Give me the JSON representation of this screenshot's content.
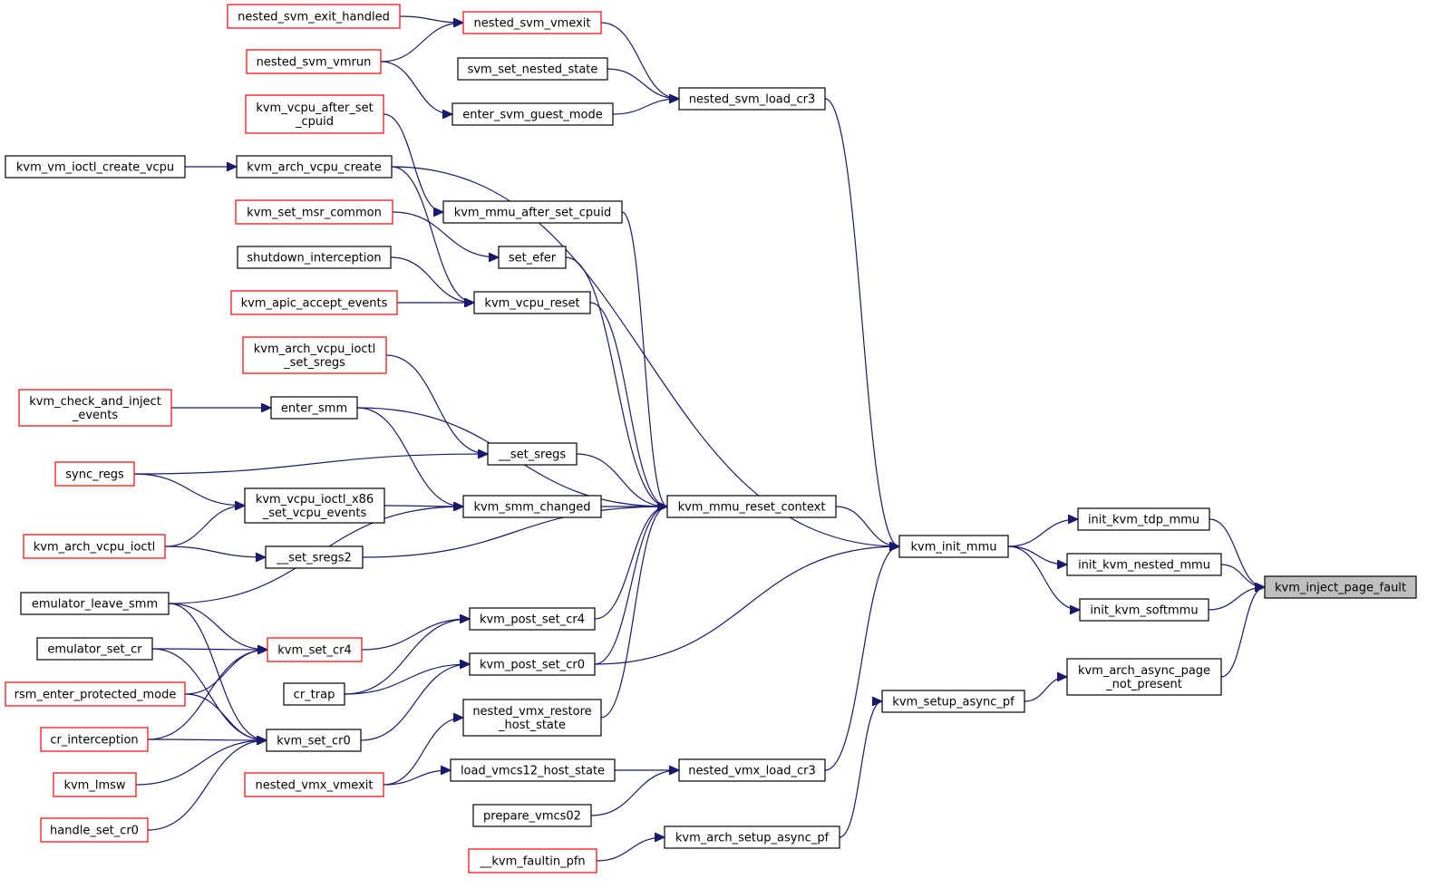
{
  "diagram": {
    "colors": {
      "edge": "#191970",
      "border_documented": "#000000",
      "border_undocumented": "#ff0000",
      "fill_default": "#ffffff",
      "fill_focus": "#bfbfbf"
    },
    "nodes": [
      {
        "id": "kvm_inject_page_fault",
        "lines": [
          "kvm_inject_page_fault"
        ],
        "style": "focus"
      },
      {
        "id": "init_kvm_tdp_mmu",
        "lines": [
          "init_kvm_tdp_mmu"
        ],
        "style": "black"
      },
      {
        "id": "init_kvm_nested_mmu",
        "lines": [
          "init_kvm_nested_mmu"
        ],
        "style": "black"
      },
      {
        "id": "init_kvm_softmmu",
        "lines": [
          "init_kvm_softmmu"
        ],
        "style": "black"
      },
      {
        "id": "kvm_arch_async_page_not_present",
        "lines": [
          "kvm_arch_async_page",
          "_not_present"
        ],
        "style": "black"
      },
      {
        "id": "kvm_init_mmu",
        "lines": [
          "kvm_init_mmu"
        ],
        "style": "black"
      },
      {
        "id": "kvm_setup_async_pf",
        "lines": [
          "kvm_setup_async_pf"
        ],
        "style": "black"
      },
      {
        "id": "nested_svm_load_cr3",
        "lines": [
          "nested_svm_load_cr3"
        ],
        "style": "black"
      },
      {
        "id": "kvm_mmu_reset_context",
        "lines": [
          "kvm_mmu_reset_context"
        ],
        "style": "black"
      },
      {
        "id": "nested_vmx_load_cr3",
        "lines": [
          "nested_vmx_load_cr3"
        ],
        "style": "black"
      },
      {
        "id": "kvm_arch_setup_async_pf",
        "lines": [
          "kvm_arch_setup_async_pf"
        ],
        "style": "black"
      },
      {
        "id": "nested_svm_vmexit",
        "lines": [
          "nested_svm_vmexit"
        ],
        "style": "red"
      },
      {
        "id": "svm_set_nested_state",
        "lines": [
          "svm_set_nested_state"
        ],
        "style": "black"
      },
      {
        "id": "enter_svm_guest_mode",
        "lines": [
          "enter_svm_guest_mode"
        ],
        "style": "black"
      },
      {
        "id": "kvm_mmu_after_set_cpuid",
        "lines": [
          "kvm_mmu_after_set_cpuid"
        ],
        "style": "black"
      },
      {
        "id": "set_efer",
        "lines": [
          "set_efer"
        ],
        "style": "black"
      },
      {
        "id": "kvm_vcpu_reset",
        "lines": [
          "kvm_vcpu_reset"
        ],
        "style": "black"
      },
      {
        "id": "__set_sregs",
        "lines": [
          "__set_sregs"
        ],
        "style": "black"
      },
      {
        "id": "kvm_smm_changed",
        "lines": [
          "kvm_smm_changed"
        ],
        "style": "black"
      },
      {
        "id": "kvm_post_set_cr4",
        "lines": [
          "kvm_post_set_cr4"
        ],
        "style": "black"
      },
      {
        "id": "kvm_post_set_cr0",
        "lines": [
          "kvm_post_set_cr0"
        ],
        "style": "black"
      },
      {
        "id": "nested_vmx_restore_host_state",
        "lines": [
          "nested_vmx_restore",
          "_host_state"
        ],
        "style": "black"
      },
      {
        "id": "load_vmcs12_host_state",
        "lines": [
          "load_vmcs12_host_state"
        ],
        "style": "black"
      },
      {
        "id": "prepare_vmcs02",
        "lines": [
          "prepare_vmcs02"
        ],
        "style": "black"
      },
      {
        "id": "__kvm_faultin_pfn",
        "lines": [
          "__kvm_faultin_pfn"
        ],
        "style": "red"
      },
      {
        "id": "nested_svm_exit_handled",
        "lines": [
          "nested_svm_exit_handled"
        ],
        "style": "red"
      },
      {
        "id": "nested_svm_vmrun",
        "lines": [
          "nested_svm_vmrun"
        ],
        "style": "red"
      },
      {
        "id": "kvm_vcpu_after_set_cpuid",
        "lines": [
          "kvm_vcpu_after_set",
          "_cpuid"
        ],
        "style": "red"
      },
      {
        "id": "kvm_arch_vcpu_create",
        "lines": [
          "kvm_arch_vcpu_create"
        ],
        "style": "black"
      },
      {
        "id": "kvm_set_msr_common",
        "lines": [
          "kvm_set_msr_common"
        ],
        "style": "red"
      },
      {
        "id": "shutdown_interception",
        "lines": [
          "shutdown_interception"
        ],
        "style": "black"
      },
      {
        "id": "kvm_apic_accept_events",
        "lines": [
          "kvm_apic_accept_events"
        ],
        "style": "red"
      },
      {
        "id": "kvm_arch_vcpu_ioctl_set_sregs",
        "lines": [
          "kvm_arch_vcpu_ioctl",
          "_set_sregs"
        ],
        "style": "red"
      },
      {
        "id": "enter_smm",
        "lines": [
          "enter_smm"
        ],
        "style": "black"
      },
      {
        "id": "kvm_vcpu_ioctl_x86_set_vcpu_events",
        "lines": [
          "kvm_vcpu_ioctl_x86",
          "_set_vcpu_events"
        ],
        "style": "black"
      },
      {
        "id": "__set_sregs2",
        "lines": [
          "__set_sregs2"
        ],
        "style": "black"
      },
      {
        "id": "kvm_set_cr4",
        "lines": [
          "kvm_set_cr4"
        ],
        "style": "red"
      },
      {
        "id": "cr_trap",
        "lines": [
          "cr_trap"
        ],
        "style": "black"
      },
      {
        "id": "kvm_set_cr0",
        "lines": [
          "kvm_set_cr0"
        ],
        "style": "black"
      },
      {
        "id": "nested_vmx_vmexit",
        "lines": [
          "nested_vmx_vmexit"
        ],
        "style": "red"
      },
      {
        "id": "kvm_vm_ioctl_create_vcpu",
        "lines": [
          "kvm_vm_ioctl_create_vcpu"
        ],
        "style": "black"
      },
      {
        "id": "kvm_check_and_inject_events",
        "lines": [
          "kvm_check_and_inject",
          "_events"
        ],
        "style": "red"
      },
      {
        "id": "sync_regs",
        "lines": [
          "sync_regs"
        ],
        "style": "red"
      },
      {
        "id": "kvm_arch_vcpu_ioctl",
        "lines": [
          "kvm_arch_vcpu_ioctl"
        ],
        "style": "red"
      },
      {
        "id": "emulator_leave_smm",
        "lines": [
          "emulator_leave_smm"
        ],
        "style": "black"
      },
      {
        "id": "emulator_set_cr",
        "lines": [
          "emulator_set_cr"
        ],
        "style": "black"
      },
      {
        "id": "rsm_enter_protected_mode",
        "lines": [
          "rsm_enter_protected_mode"
        ],
        "style": "red"
      },
      {
        "id": "cr_interception",
        "lines": [
          "cr_interception"
        ],
        "style": "red"
      },
      {
        "id": "kvm_lmsw",
        "lines": [
          "kvm_lmsw"
        ],
        "style": "red"
      },
      {
        "id": "handle_set_cr0",
        "lines": [
          "handle_set_cr0"
        ],
        "style": "red"
      }
    ],
    "edges": [
      [
        "nested_svm_exit_handled",
        "nested_svm_vmexit"
      ],
      [
        "nested_svm_vmrun",
        "nested_svm_vmexit"
      ],
      [
        "nested_svm_vmexit",
        "nested_svm_load_cr3"
      ],
      [
        "svm_set_nested_state",
        "nested_svm_load_cr3"
      ],
      [
        "enter_svm_guest_mode",
        "nested_svm_load_cr3"
      ],
      [
        "nested_svm_vmrun",
        "enter_svm_guest_mode"
      ],
      [
        "nested_svm_load_cr3",
        "kvm_init_mmu"
      ],
      [
        "kvm_vm_ioctl_create_vcpu",
        "kvm_arch_vcpu_create"
      ],
      [
        "kvm_arch_vcpu_create",
        "kvm_init_mmu"
      ],
      [
        "kvm_arch_vcpu_create",
        "kvm_vcpu_reset"
      ],
      [
        "kvm_vcpu_after_set_cpuid",
        "kvm_mmu_after_set_cpuid"
      ],
      [
        "kvm_mmu_after_set_cpuid",
        "kvm_mmu_reset_context"
      ],
      [
        "kvm_set_msr_common",
        "set_efer"
      ],
      [
        "set_efer",
        "kvm_mmu_reset_context"
      ],
      [
        "shutdown_interception",
        "kvm_vcpu_reset"
      ],
      [
        "kvm_apic_accept_events",
        "kvm_vcpu_reset"
      ],
      [
        "kvm_vcpu_reset",
        "kvm_mmu_reset_context"
      ],
      [
        "kvm_arch_vcpu_ioctl_set_sregs",
        "__set_sregs"
      ],
      [
        "kvm_check_and_inject_events",
        "enter_smm"
      ],
      [
        "enter_smm",
        "kvm_mmu_reset_context"
      ],
      [
        "enter_smm",
        "kvm_smm_changed"
      ],
      [
        "sync_regs",
        "__set_sregs"
      ],
      [
        "__set_sregs",
        "kvm_mmu_reset_context"
      ],
      [
        "sync_regs",
        "kvm_vcpu_ioctl_x86_set_vcpu_events"
      ],
      [
        "kvm_arch_vcpu_ioctl",
        "kvm_vcpu_ioctl_x86_set_vcpu_events"
      ],
      [
        "kvm_vcpu_ioctl_x86_set_vcpu_events",
        "kvm_smm_changed"
      ],
      [
        "kvm_smm_changed",
        "kvm_mmu_reset_context"
      ],
      [
        "kvm_arch_vcpu_ioctl",
        "__set_sregs2"
      ],
      [
        "__set_sregs2",
        "kvm_mmu_reset_context"
      ],
      [
        "emulator_leave_smm",
        "kvm_smm_changed"
      ],
      [
        "kvm_mmu_reset_context",
        "kvm_init_mmu"
      ],
      [
        "kvm_post_set_cr4",
        "kvm_mmu_reset_context"
      ],
      [
        "kvm_post_set_cr0",
        "kvm_mmu_reset_context"
      ],
      [
        "kvm_post_set_cr0",
        "kvm_init_mmu"
      ],
      [
        "nested_vmx_restore_host_state",
        "kvm_mmu_reset_context"
      ],
      [
        "kvm_set_cr4",
        "kvm_post_set_cr4"
      ],
      [
        "cr_trap",
        "kvm_post_set_cr4"
      ],
      [
        "cr_trap",
        "kvm_post_set_cr0"
      ],
      [
        "kvm_set_cr0",
        "kvm_post_set_cr0"
      ],
      [
        "emulator_leave_smm",
        "kvm_set_cr4"
      ],
      [
        "emulator_set_cr",
        "kvm_set_cr4"
      ],
      [
        "rsm_enter_protected_mode",
        "kvm_set_cr4"
      ],
      [
        "cr_interception",
        "kvm_set_cr4"
      ],
      [
        "emulator_leave_smm",
        "kvm_set_cr0"
      ],
      [
        "emulator_set_cr",
        "kvm_set_cr0"
      ],
      [
        "rsm_enter_protected_mode",
        "kvm_set_cr0"
      ],
      [
        "cr_interception",
        "kvm_set_cr0"
      ],
      [
        "kvm_lmsw",
        "kvm_set_cr0"
      ],
      [
        "handle_set_cr0",
        "kvm_set_cr0"
      ],
      [
        "nested_vmx_vmexit",
        "nested_vmx_restore_host_state"
      ],
      [
        "nested_vmx_vmexit",
        "load_vmcs12_host_state"
      ],
      [
        "load_vmcs12_host_state",
        "nested_vmx_load_cr3"
      ],
      [
        "prepare_vmcs02",
        "nested_vmx_load_cr3"
      ],
      [
        "nested_vmx_load_cr3",
        "kvm_init_mmu"
      ],
      [
        "__kvm_faultin_pfn",
        "kvm_arch_setup_async_pf"
      ],
      [
        "kvm_arch_setup_async_pf",
        "kvm_setup_async_pf"
      ],
      [
        "kvm_setup_async_pf",
        "kvm_arch_async_page_not_present"
      ],
      [
        "kvm_arch_async_page_not_present",
        "kvm_inject_page_fault"
      ],
      [
        "kvm_init_mmu",
        "init_kvm_tdp_mmu"
      ],
      [
        "kvm_init_mmu",
        "init_kvm_nested_mmu"
      ],
      [
        "kvm_init_mmu",
        "init_kvm_softmmu"
      ],
      [
        "init_kvm_tdp_mmu",
        "kvm_inject_page_fault"
      ],
      [
        "init_kvm_nested_mmu",
        "kvm_inject_page_fault"
      ],
      [
        "init_kvm_softmmu",
        "kvm_inject_page_fault"
      ]
    ]
  }
}
